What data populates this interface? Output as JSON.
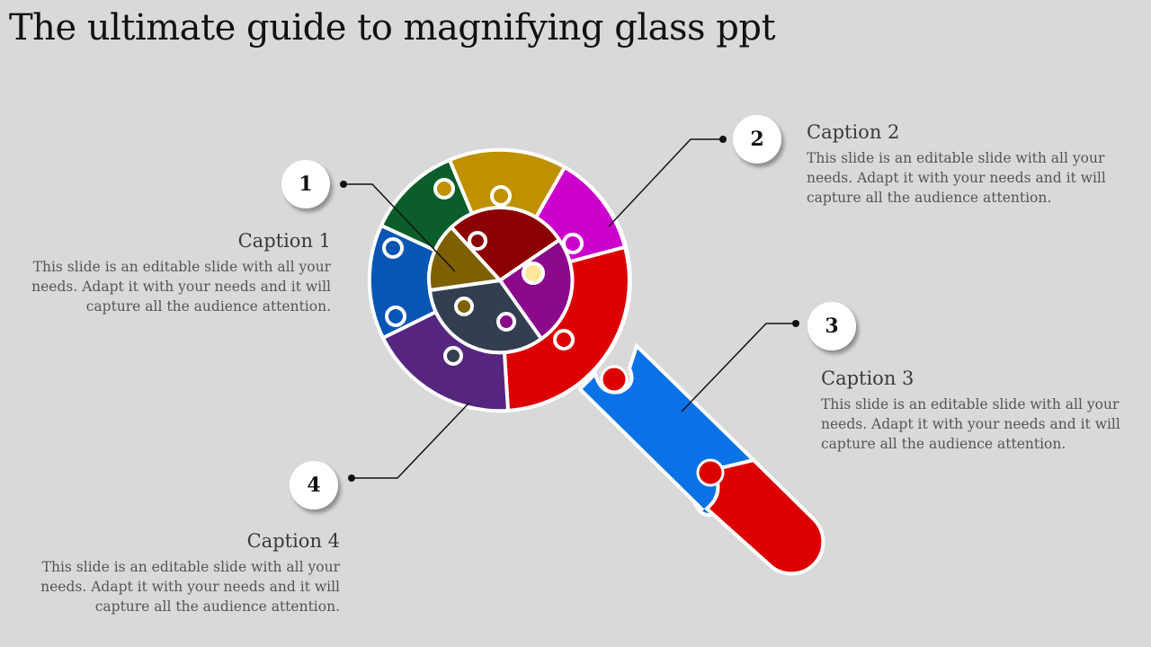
{
  "title": "The ultimate guide to magnifying glass ppt",
  "steps": [
    {
      "number": "1",
      "caption": "Caption 1",
      "text": "This slide is an editable slide with all your needs. Adapt it with your needs and it will capture all the audience attention."
    },
    {
      "number": "2",
      "caption": "Caption 2",
      "text": "This slide is an editable slide with all your needs. Adapt it with your needs and it will capture all the audience attention."
    },
    {
      "number": "3",
      "caption": "Caption 3",
      "text": "This slide is an editable slide with all your needs. Adapt it with your needs and it will capture all the audience attention."
    },
    {
      "number": "4",
      "caption": "Caption 4",
      "text": "This slide is an editable slide with all your needs. Adapt it with your needs and it will capture all the audience attention."
    }
  ],
  "colors": {
    "background": "#d9d9d9",
    "green": "#0b5e2b",
    "gold": "#bf9000",
    "magenta": "#cc00cc",
    "red": "#dd0000",
    "blue": "#0755b5",
    "purple": "#562580",
    "darkred": "#8b0000",
    "olive": "#7f6000",
    "plum": "#8b0a8b",
    "slate": "#333f50",
    "handle_blue": "#0a72e6"
  }
}
